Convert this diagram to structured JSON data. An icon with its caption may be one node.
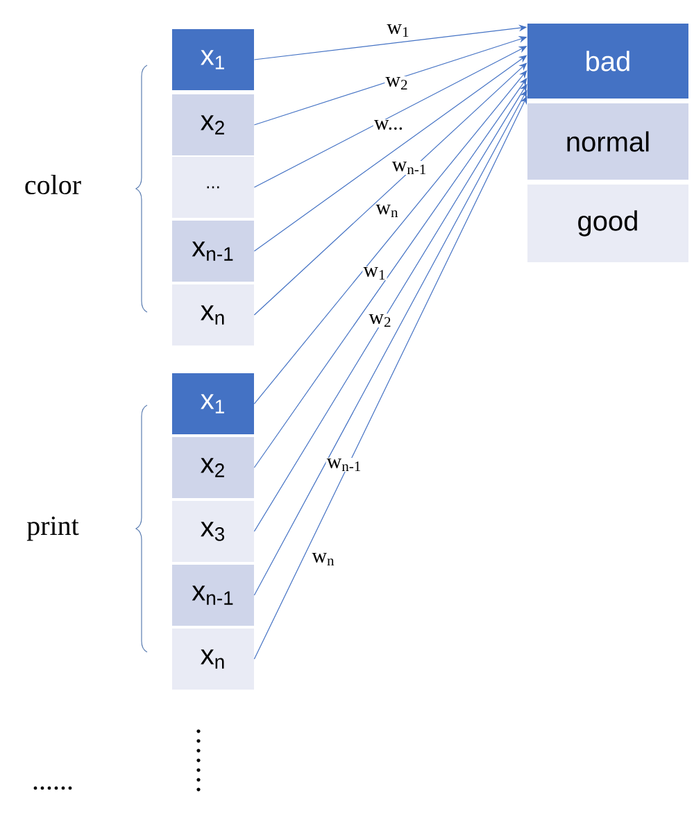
{
  "diagram": {
    "nodes": [
      {
        "text": [
          "x$_{1}$"
        ]
      },
      {
        "text": [
          "x$_{2}$"
        ]
      },
      {
        "text": [
          "..."
        ]
      },
      {
        "text": [
          "x$_{n-1}$"
        ]
      },
      {
        "text": [
          "x$_{n}$"
        ]
      },
      {
        "text": [
          "x$_{1}$"
        ]
      },
      {
        "text": [
          "x$_{2}$"
        ]
      },
      {
        "text": [
          "x$_{3}$"
        ]
      },
      {
        "text": [
          "x$_{n-1}$"
        ]
      },
      {
        "text": [
          "x$_{n}$"
        ]
      },
      {
        "text": [
          "bad"
        ]
      },
      {
        "text": [
          "normal"
        ]
      },
      {
        "text": [
          "good"
        ]
      }
    ],
    "edges": [
      {
        "from": 0,
        "to": 10,
        "arrow": "to",
        "label": "w$_{1}$"
      },
      {
        "from": 1,
        "to": 10,
        "arrow": "to",
        "label": "w$_{2}$"
      },
      {
        "from": 2,
        "to": 10,
        "arrow": "to",
        "label": "w..."
      },
      {
        "from": 3,
        "to": 10,
        "arrow": "to",
        "label": "w$_{n-1}$"
      },
      {
        "from": 4,
        "to": 10,
        "arrow": "to",
        "label": "w$_{n}$"
      },
      {
        "from": 5,
        "to": 10,
        "arrow": "to",
        "label": "w$_{1}$"
      },
      {
        "from": 6,
        "to": 10,
        "arrow": "to",
        "label": "w$_{2}$"
      },
      {
        "from": 7,
        "to": 10,
        "arrow": "to"
      },
      {
        "from": 8,
        "to": 10,
        "arrow": "to",
        "label": "w$_{n-1}$"
      },
      {
        "from": 9,
        "to": 10,
        "arrow": "to",
        "label": "w$_{n}$"
      }
    ],
    "labels": [
      "color",
      "print",
      "......"
    ]
  }
}
